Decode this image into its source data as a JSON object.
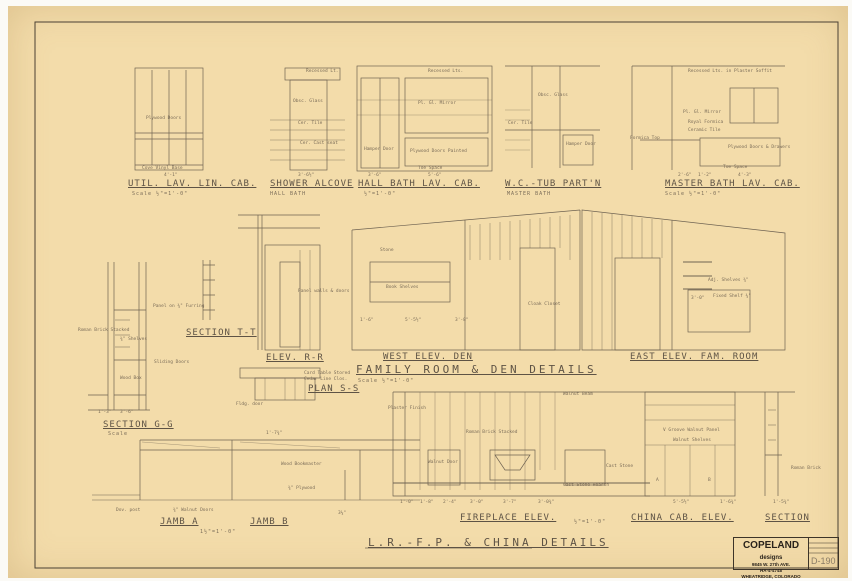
{
  "details": {
    "util_lav": {
      "title": "UTIL. LAV. LIN. CAB.",
      "scale": "Scale ½\"=1'-0\"",
      "notes": [
        "Plywood Doors",
        "Cove Vinyl Base",
        "4'-1\""
      ]
    },
    "shower": {
      "title": "SHOWER ALCOVE",
      "sub": "HALL BATH",
      "notes": [
        "Recessed Lt.",
        "Obsc. Glass",
        "Cer. Tile",
        "Cer. Cast seat",
        "3'-6½\""
      ]
    },
    "hall_bath": {
      "title": "HALL BATH LAV. CAB.",
      "scale": "½\"=1'-0\"",
      "notes": [
        "Recessed Lts.",
        "Pl. Gl. Mirror",
        "Hamper Door",
        "Plywood Doors Painted",
        "Toe Space",
        "3'-6\"",
        "5'-6\""
      ]
    },
    "wc_tub": {
      "title": "W.C.-TUB PART'N",
      "sub": "MASTER BATH",
      "notes": [
        "Obsc. Glass",
        "Cer. Tile",
        "Hamper Door"
      ]
    },
    "master_bath": {
      "title": "MASTER BATH LAV. CAB.",
      "scale": "Scale ½\"=1'-0\"",
      "notes": [
        "Recessed Lts. in Plaster Soffit",
        "Pl. Gl. Mirror",
        "Royal Formica",
        "Ceramic Tile",
        "Formica Top",
        "Plywood Doors & Drawers",
        "Toe Space",
        "2'-6\"",
        "1'-2\"",
        "4'-3\""
      ]
    },
    "section_tt": {
      "title": "SECTION T-T"
    },
    "elev_rr": {
      "title": "ELEV. R-R",
      "notes": [
        "Panel walls & doors"
      ]
    },
    "section_gg": {
      "title": "SECTION G-G",
      "scale": "Scale",
      "notes": [
        "Panel on ¾\" Furring",
        "¾\" Shelves",
        "Roman Brick Stacked",
        "Wood Box",
        "Sliding Doors",
        "1'-3\"",
        "3'-6\""
      ]
    },
    "plan_ss": {
      "title": "PLAN S-S",
      "notes": [
        "Card Table Stored",
        "Cedar Line Clos.",
        "Fldg. door"
      ]
    },
    "west_elev": {
      "title": "WEST ELEV. DEN",
      "notes": [
        "Stone",
        "Book Shelves",
        "Cloak Closet",
        "5'-5½\"",
        "1'-6\"",
        "3'-8\""
      ]
    },
    "family_room": {
      "title": "FAMILY ROOM & DEN DETAILS",
      "scale": "Scale ½\"=1'-0\""
    },
    "east_elev": {
      "title": "EAST ELEV. FAM. ROOM",
      "notes": [
        "Adj. Shelves ¾\"",
        "Fixed Shelf ¾\"",
        "3'-0\""
      ]
    },
    "jambs": {
      "a": "JAMB A",
      "b": "JAMB B",
      "scale": "1½\"=1'-0\"",
      "notes": [
        "Wood Bookmaster",
        "¾\" Plywood",
        "Dov. post",
        "¾\" Walnut Doors",
        "1'-7¾\"",
        "3¼\""
      ]
    },
    "fireplace": {
      "title": "FIREPLACE ELEV.",
      "scale": "½\"=1'-0\"",
      "notes": [
        "Walnut Beam",
        "Roman Brick Stacked",
        "Walnut Door",
        "Cast Stone Hearth",
        "Cast Stone",
        "Plaster Finish",
        "1'-0\"",
        "1'-8\"",
        "2'-4\"",
        "3'-0\"",
        "3'-7\"",
        "3'-0¾\""
      ]
    },
    "china": {
      "title": "CHINA CAB. ELEV.",
      "notes": [
        "V Groove Walnut Panel",
        "Walnut Shelves",
        "5'-5½\"",
        "1'-6¾\"",
        "A",
        "B"
      ]
    },
    "section_right": {
      "title": "SECTION",
      "notes": [
        "Roman Brick",
        "1'-5¾\""
      ]
    },
    "sheet_title": "L.R.-F.P. & CHINA DETAILS"
  },
  "title_block": {
    "firm": "COPELAND",
    "firm_suffix": "designs",
    "address": "9845 W. 27th AVE.",
    "phone": "HA-4-4748",
    "city": "WHEATRIDGE, COLORADO",
    "sheet": "D-190"
  }
}
